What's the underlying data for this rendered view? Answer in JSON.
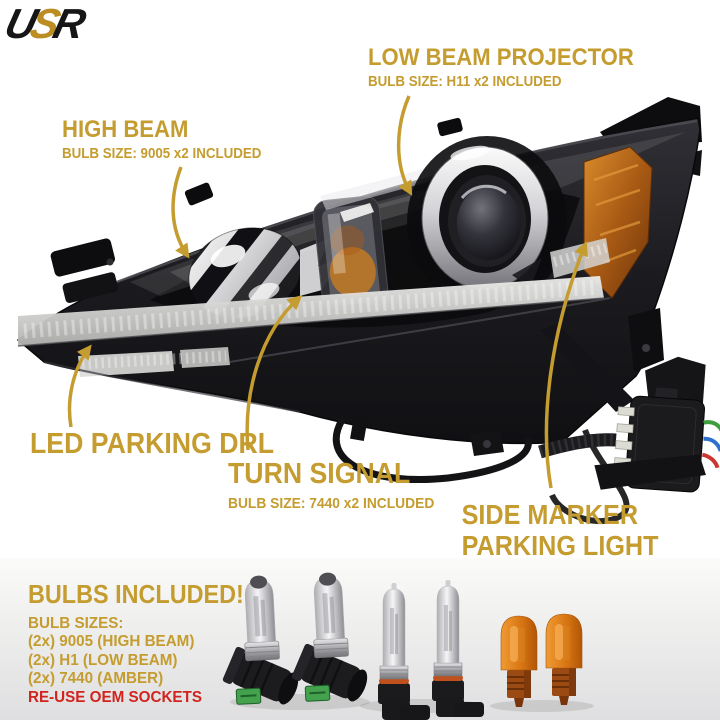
{
  "logo": {
    "letter_u": "U",
    "letter_s": "S",
    "letter_r": "R"
  },
  "callouts": {
    "low_beam_projector": {
      "title": "LOW BEAM PROJECTOR",
      "subtitle": "BULB SIZE: H11 x2 INCLUDED"
    },
    "high_beam": {
      "title": "HIGH BEAM",
      "subtitle": "BULB SIZE: 9005 x2 INCLUDED"
    },
    "led_parking_drl": {
      "title": "LED PARKING DRL"
    },
    "turn_signal": {
      "title": "TURN SIGNAL",
      "subtitle": "BULB SIZE: 7440 x2 INCLUDED"
    },
    "side_marker": {
      "line1": "SIDE MARKER",
      "line2": "PARKING LIGHT"
    }
  },
  "bulbs_included": {
    "heading": "BULBS INCLUDED!",
    "subheading": "BULB SIZES:",
    "items": [
      "(2x) 9005 (HIGH BEAM)",
      "(2x) H1 (LOW BEAM)",
      "(2x) 7440 (AMBER)"
    ],
    "note": "RE-USE OEM SOCKETS"
  },
  "colors": {
    "accent_gold": "#C49C2F",
    "note_red": "#D2241E",
    "amber_lens": "#C97A1E"
  }
}
